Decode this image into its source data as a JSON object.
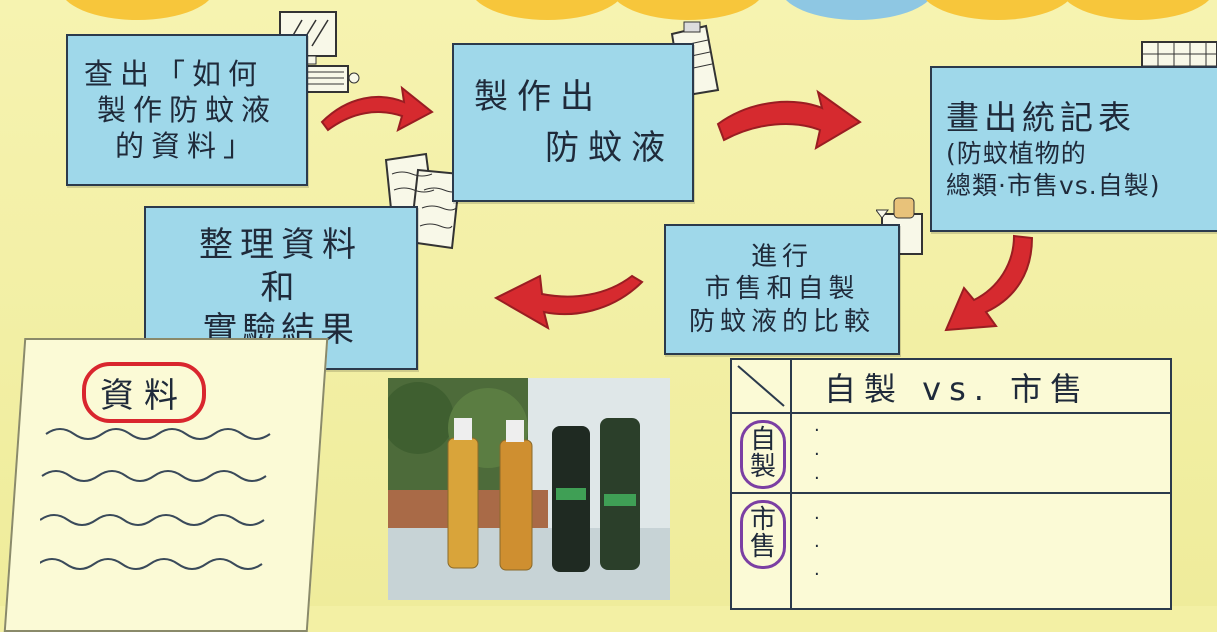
{
  "steps": [
    {
      "lines": [
        "查出「如何",
        "製作防蚊液",
        "的資料」"
      ]
    },
    {
      "lines": [
        "製作出",
        "防蚊液"
      ]
    },
    {
      "lines": [
        "畫出統記表",
        "(防蚊植物的",
        "總類·市售vs.自製)"
      ]
    },
    {
      "lines": [
        "進行",
        "市售和自製",
        "防蚊液的比較"
      ]
    },
    {
      "lines": [
        "整理資料",
        "和",
        "實驗結果"
      ]
    }
  ],
  "document_label": "資料",
  "table": {
    "header": "自製 vs. 市售",
    "rows": [
      {
        "label": "自製",
        "bullets": [
          "·",
          "·",
          "·"
        ]
      },
      {
        "label": "市售",
        "bullets": [
          "·",
          "·",
          "·"
        ]
      }
    ]
  },
  "colors": {
    "poster_background": "#f3f0a4",
    "step_box": "#9fd8ea",
    "arrow": "#d62a2f",
    "document_label_ring": "#d9262e",
    "table_label_ring": "#7b3fa3"
  },
  "icons": [
    "computer-doodle",
    "clipboard-doodle",
    "papers-doodle",
    "spray-bottle-doodle",
    "calendar-doodle"
  ]
}
